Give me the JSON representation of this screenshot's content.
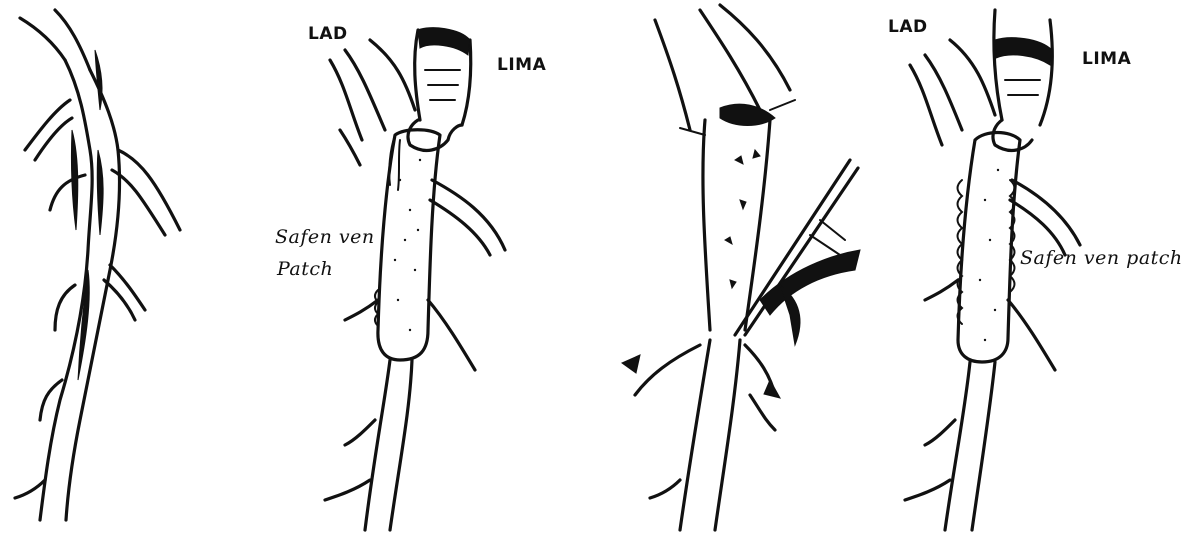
{
  "panels": [
    {
      "id": "panel-1",
      "labels": []
    },
    {
      "id": "panel-2",
      "labels": [
        "LAD",
        "LIMA",
        "Safen ven",
        "Patch"
      ]
    },
    {
      "id": "panel-3",
      "labels": []
    },
    {
      "id": "panel-4",
      "labels": [
        "LAD",
        "LIMA",
        "Safen ven patch"
      ]
    }
  ],
  "labels": {
    "p2_lad": "LAD",
    "p2_lima": "LIMA",
    "p2_safen": "Safen ven",
    "p2_patch": "Patch",
    "p4_lad": "LAD",
    "p4_lima": "LIMA",
    "p4_safen": "Safen ven patch"
  },
  "colors": {
    "ink": "#111111",
    "background": "#ffffff"
  }
}
